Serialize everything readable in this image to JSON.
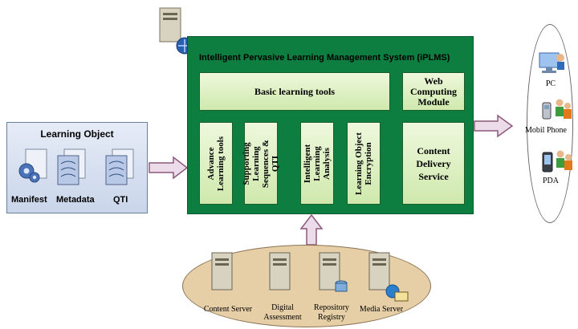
{
  "system": {
    "title": "Intelligent Pervasive Learning Management System (iPLMS)",
    "basic_tools": "Basic learning tools",
    "web_module": "Web\nComputing\nModule",
    "modules": [
      "Advance\nLearning tools",
      "Supporting\nLearning\nSequences &\nQTI",
      "Intelligent\nLearning\nAnalysis",
      "Learning Object\nEncryption"
    ],
    "content_delivery": "Content\nDelivery\nService"
  },
  "learning_object": {
    "title": "Learning Object",
    "items": [
      "Manifest",
      "Metadata",
      "QTI"
    ]
  },
  "devices": [
    "PC",
    "Mobil Phone",
    "PDA"
  ],
  "servers": [
    "Content Server",
    "Digital\nAssessment",
    "Repository\nRegistry",
    "Media Server"
  ],
  "colors": {
    "system_bg": "#0e7d40",
    "module_bg": "#d9efbe",
    "connector": "#3a7ab8",
    "arrow_fill": "#ecdcea",
    "arrow_stroke": "#8a5a7a",
    "server_ellipse": "#e6cfa7",
    "learning_object_bg": "#d6dff0"
  }
}
